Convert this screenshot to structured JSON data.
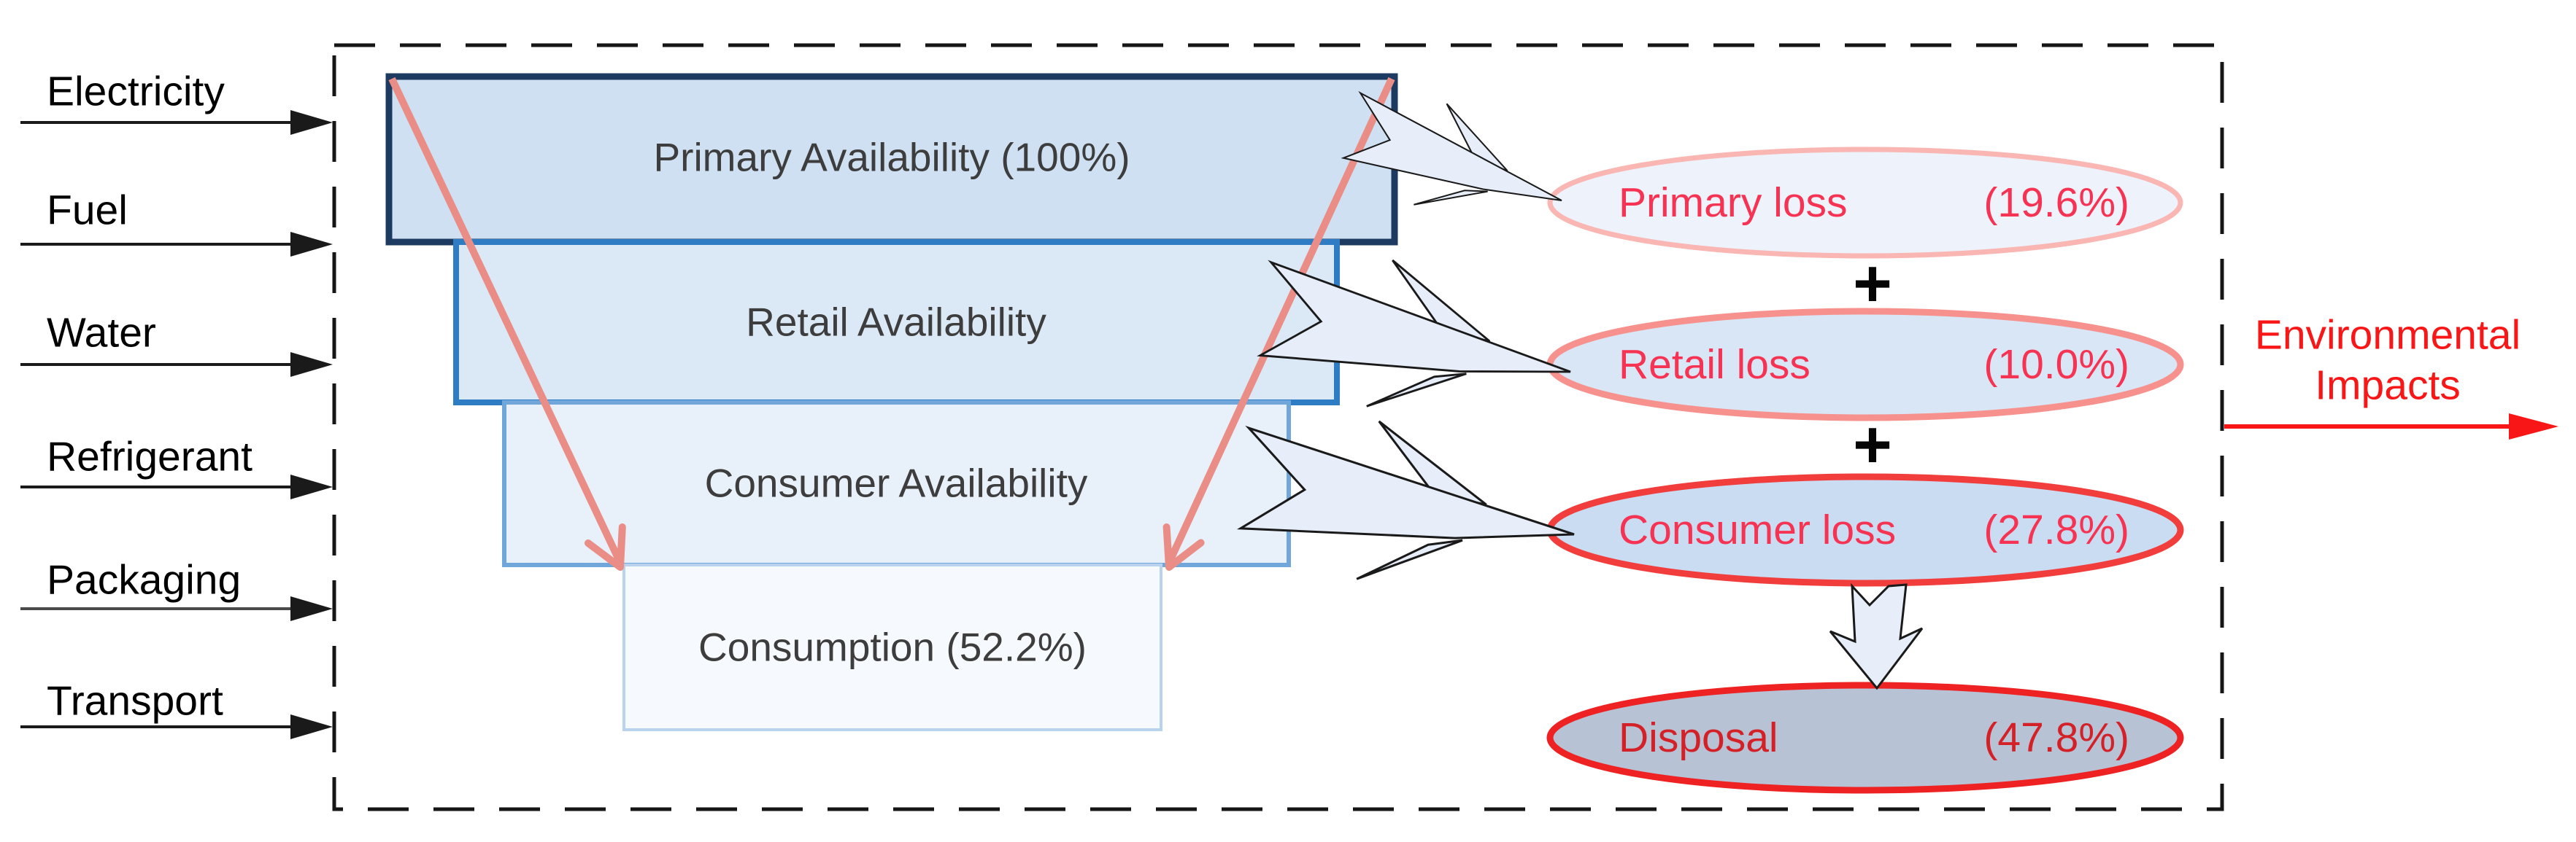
{
  "inputs": {
    "items": [
      "Electricity",
      "Fuel",
      "Water",
      "Refrigerant",
      "Packaging",
      "Transport"
    ]
  },
  "funnel": {
    "stages": [
      {
        "label": "Primary Availability (100%)"
      },
      {
        "label": "Retail Availability"
      },
      {
        "label": "Consumer Availability"
      },
      {
        "label": "Consumption (52.2%)"
      }
    ]
  },
  "losses": {
    "plus": "+",
    "items": [
      {
        "name": "Primary loss",
        "value": "(19.6%)"
      },
      {
        "name": "Retail loss",
        "value": "(10.0%)"
      },
      {
        "name": "Consumer loss",
        "value": "(27.8%)"
      },
      {
        "name": "Disposal",
        "value": "(47.8%)"
      }
    ]
  },
  "output": {
    "line1": "Environmental",
    "line2": "Impacts"
  },
  "colors": {
    "funnel_fills": [
      "#cfe0f2",
      "#dbe8f6",
      "#e8f0fa",
      "#f6fafe"
    ],
    "funnel_borders": [
      "#1d3b61",
      "#2e7cc4",
      "#71a6da",
      "#b9d3ee"
    ],
    "loss_fills": [
      "#edf2fb",
      "#d9e6f5",
      "#c9dcf1",
      "#b7c3d4"
    ],
    "loss_borders": [
      "#f9b6b2",
      "#f7918d",
      "#f23d3d",
      "#ee2222"
    ],
    "loss_text": "#f63352",
    "disposal_text": "#d42128",
    "flow_line": "#e98d86",
    "environmental_red": "#f81616",
    "funnel_text": "#3d3d3d",
    "boundary": "#161616"
  }
}
